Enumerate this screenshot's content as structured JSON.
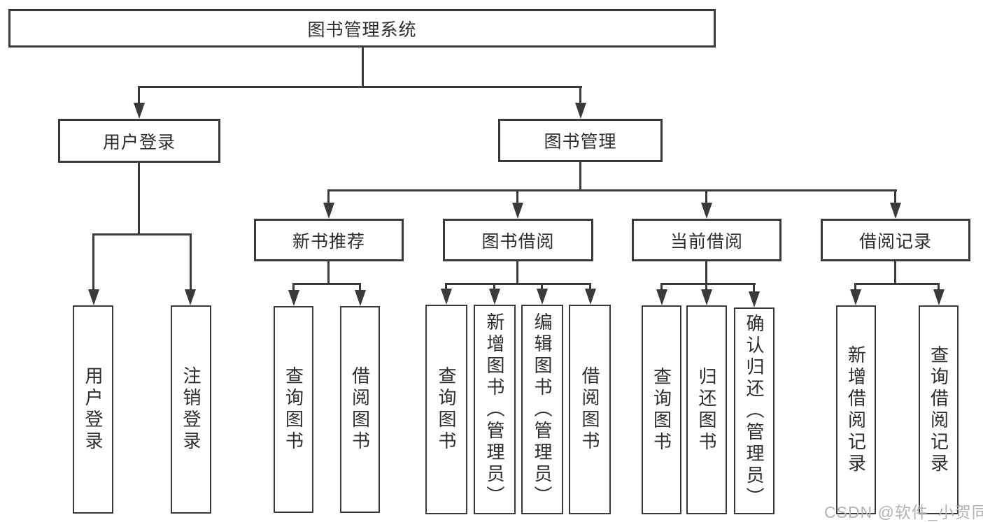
{
  "nodes": {
    "root": "图书管理系统",
    "user_login": "用户登录",
    "book_mgmt": "图书管理",
    "new_book": "新书推荐",
    "book_borrow": "图书借阅",
    "current_borrow": "当前借阅",
    "borrow_record": "借阅记录"
  },
  "leaves": {
    "user_login": [
      "用户登录",
      "注销登录"
    ],
    "new_book": [
      "查询图书",
      "借阅图书"
    ],
    "book_borrow": [
      "查询图书",
      "新增图书（管理员）",
      "编辑图书（管理员）",
      "借阅图书"
    ],
    "current_borrow": [
      "查询图书",
      "归还图书",
      "确认归还（管理员）"
    ],
    "borrow_record": [
      "新增借阅记录",
      "查询借阅记录"
    ]
  },
  "watermark": "CSDN @软件_小贺同学",
  "colors": {
    "line": "#3a3a3a",
    "text": "#2d2d2d",
    "background": "#ffffff",
    "watermark": "#b3b3b3"
  }
}
